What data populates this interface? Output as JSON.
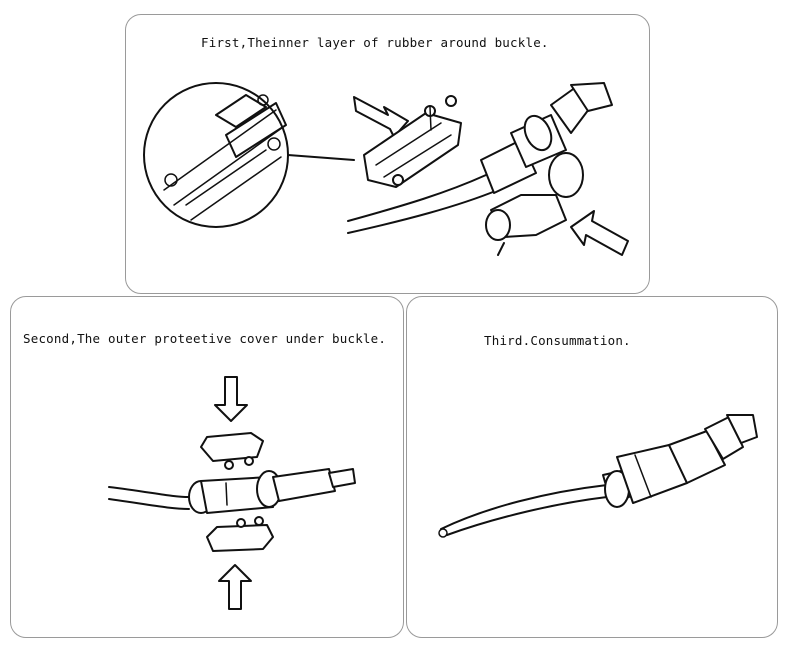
{
  "steps": [
    {
      "caption": "First,Theinner layer of rubber around buckle."
    },
    {
      "caption": "Second,The outer proteetive cover under buckle."
    },
    {
      "caption": "Third.Consummation."
    }
  ]
}
